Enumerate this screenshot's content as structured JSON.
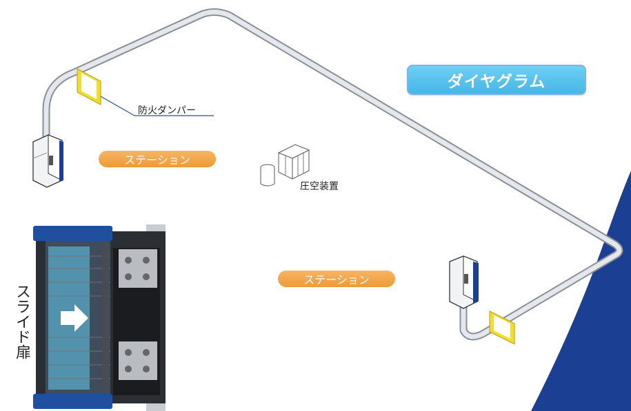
{
  "title": "ダイヤグラム",
  "labels": {
    "fire_damper": "防火ダンパー",
    "station_1": "ステーション",
    "station_2": "ステーション",
    "compressor": "圧空装置",
    "slide_door": "スライド扉"
  },
  "colors": {
    "title_badge": "#4ab9e8",
    "station_pill": "#f0a040",
    "damper": "#f4dd2a",
    "navy_accent": "#1b3f93",
    "tube": "#d9dde2"
  }
}
